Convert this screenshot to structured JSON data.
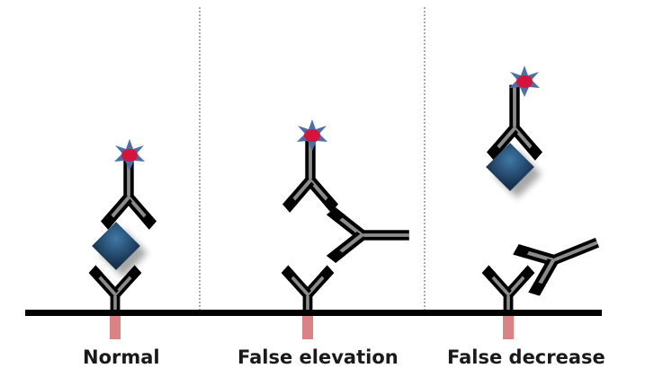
{
  "panels": [
    {
      "label": "Normal"
    },
    {
      "label": "False elevation"
    },
    {
      "label": "False decrease"
    }
  ],
  "colors": {
    "capture_antibody": "#d98384",
    "capture_antibody_dark": "#5c3334",
    "detection_antibody": "#a9d5e2",
    "detection_antibody_dark": "#4f6c77",
    "interfering_antibody": "#eaea66",
    "interfering_antibody_dark": "#6a6a2a",
    "antigen": "#245079",
    "label_star": "#4d6fa8",
    "label_core": "#d4143a",
    "baseline": "#000000",
    "divider": "#555555"
  },
  "icons": [
    "capture-antibody-icon",
    "detection-antibody-icon",
    "interfering-antibody-icon",
    "antigen-icon",
    "label-icon"
  ]
}
